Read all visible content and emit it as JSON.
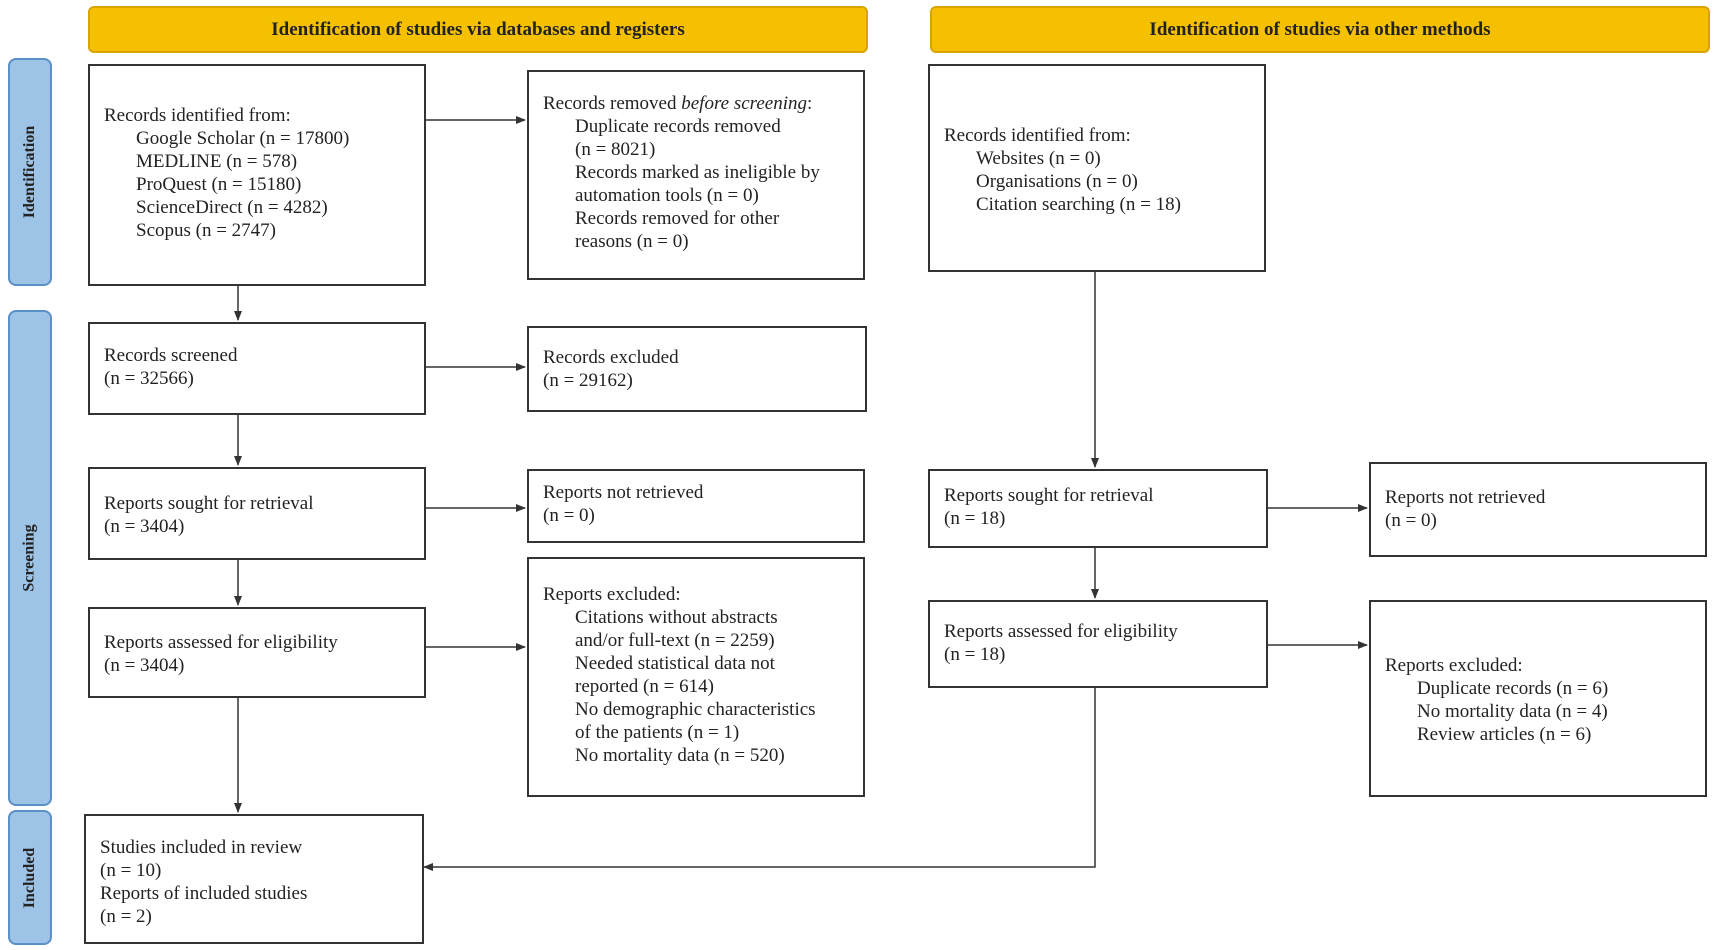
{
  "headers": {
    "databases": "Identification of studies via databases and registers",
    "other": "Identification of studies via other methods"
  },
  "phases": {
    "identification": "Identification",
    "screening": "Screening",
    "included": "Included"
  },
  "left": {
    "records_identified": {
      "title": "Records identified from:",
      "items": [
        "Google Scholar (n = 17800)",
        "MEDLINE (n = 578)",
        "ProQuest (n = 15180)",
        "ScienceDirect (n = 4282)",
        "Scopus (n = 2747)"
      ]
    },
    "records_removed": {
      "title_prefix": "Records removed ",
      "title_italic": "before screening",
      "title_suffix": ":",
      "items": [
        "Duplicate records removed",
        "(n = 8021)",
        "Records marked as ineligible by",
        "automation tools (n = 0)",
        "Records removed for other",
        "reasons (n = 0)"
      ]
    },
    "records_screened": {
      "label": "Records screened",
      "count": "(n = 32566)"
    },
    "records_excluded": {
      "label": "Records excluded",
      "count": "(n = 29162)"
    },
    "reports_sought": {
      "label": "Reports sought for retrieval",
      "count": "(n = 3404)"
    },
    "reports_not_retrieved": {
      "label": "Reports not retrieved",
      "count": "(n = 0)"
    },
    "reports_assessed": {
      "label": "Reports assessed for eligibility",
      "count": "(n = 3404)"
    },
    "reports_excluded": {
      "title": "Reports excluded:",
      "items": [
        "Citations without abstracts",
        "and/or full-text (n = 2259)",
        "Needed statistical data not",
        "reported (n = 614)",
        "No demographic characteristics",
        "of the patients (n = 1)",
        "No mortality data (n = 520)"
      ]
    },
    "included": {
      "lines": [
        "Studies included in review",
        "(n = 10)",
        "Reports of included studies",
        "(n = 2)"
      ]
    }
  },
  "right": {
    "records_identified": {
      "title": "Records identified from:",
      "items": [
        "Websites (n = 0)",
        "Organisations (n = 0)",
        "Citation searching (n = 18)"
      ]
    },
    "reports_sought": {
      "label": "Reports sought for retrieval",
      "count": "(n = 18)"
    },
    "reports_not_retrieved": {
      "label": "Reports not retrieved",
      "count": "(n = 0)"
    },
    "reports_assessed": {
      "label": "Reports assessed for eligibility",
      "count": "(n = 18)"
    },
    "reports_excluded": {
      "title": "Reports excluded:",
      "items": [
        "Duplicate records (n = 6)",
        "No mortality data (n = 4)",
        "Review articles (n = 6)"
      ]
    }
  },
  "colors": {
    "header": "#f5c000",
    "phase": "#9dc3e6",
    "line": "#333333"
  }
}
